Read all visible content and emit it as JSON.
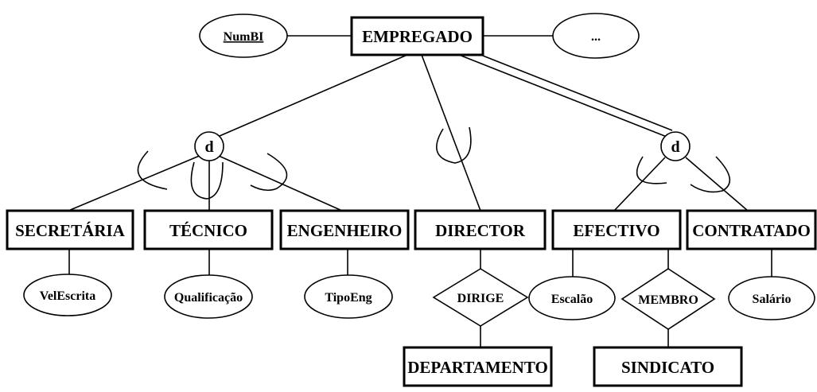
{
  "entities": {
    "empregado": "EMPREGADO",
    "secretaria": "SECRETÁRIA",
    "tecnico": "TÉCNICO",
    "engenheiro": "ENGENHEIRO",
    "director": "DIRECTOR",
    "efectivo": "EFECTIVO",
    "contratado": "CONTRATADO",
    "departamento": "DEPARTAMENTO",
    "sindicato": "SINDICATO"
  },
  "relationships": {
    "dirige": "DIRIGE",
    "membro": "MEMBRO"
  },
  "attributes": {
    "numbi": "NumBI",
    "more": "...",
    "velescrita": "VelEscrita",
    "qualificacao": "Qualificação",
    "tipoeng": "TipoEng",
    "escalao": "Escalão",
    "salario": "Salário"
  },
  "specializations": {
    "left": "d",
    "right": "d"
  }
}
